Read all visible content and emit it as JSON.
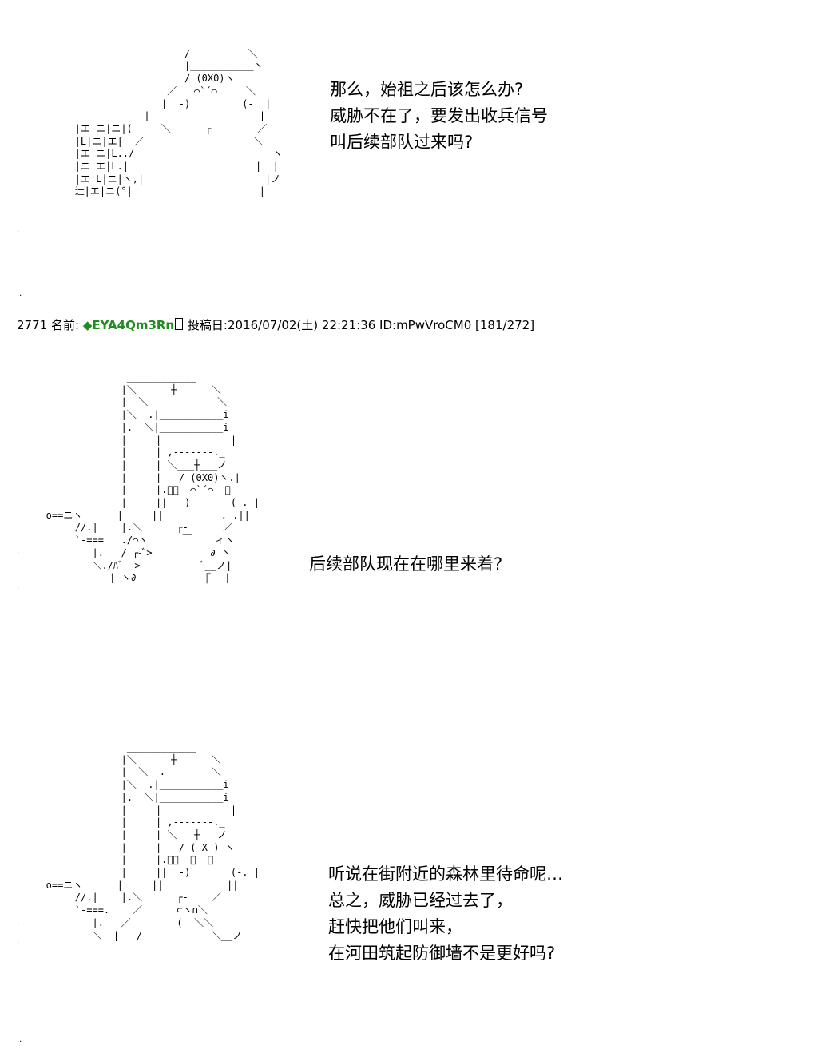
{
  "panel1": {
    "art": "                        _______\n                      /          ＼\n                      |___________ヽ\n                      / (0X0)ヽ\n                   ／   ⌒`´⌒     ＼\n                  |  -)         (-  |\n    ___________|                   |\n   |エ|ニ|ニ|(     ＼      ┌-       ／\n   |L|ニ|エ|  ／                   ＼\n   |エ|ニ|L../                        ヽ\n   |ニ|エ|L.|                      |  |\n   |エ|L|ニ|ヽ,|                     |ノ\n   辷|エ|ニ(°|                      |",
    "lines": [
      "那么，始祖之后该怎么办?",
      "威胁不在了，要发出收兵信号",
      "叫后续部队过来吗?"
    ]
  },
  "header": {
    "number": "2771",
    "name_label": "名前:",
    "trip": "◆EYA4Qm3Rn",
    "date_label": "投稿日:",
    "date": "2016/07/02(土) 22:21:36",
    "id": "ID:mPwVroCM0",
    "count": "[181/272]"
  },
  "panel2": {
    "art": "                 ____________\n                |＼      ┼      ＼\n                |  ＼            ＼\n                |＼  .|___________i\n                |.  ＼|___________i\n                |     |            |\n                |     | ,-------._\n                |     | ＼___┼___ノ\n                |     |   / (0X0)ヽ.|\n                |     |.ﾞ／  ⌒`´⌒  ＼\n                |     ||  -)       (-. |\n   o==ニヽ      |     ||          . .||\n        //.|    |.＼      ┌-      ／\n        `-===   ./⌒ヽ      ￣    ィヽ\n           |.   / ┌-ﾞ>          ∂ ヽ\n           ＼./ﾊﾞ  >           ﾞ__ノ|\n              | ヽ∂            |ﾞ  |",
    "lines": [
      "后续部队现在在哪里来着?"
    ]
  },
  "panel3": {
    "art": "                 ____________\n                |＼      ┼      ＼\n                |  ＼  .________＼\n                |＼  .|___________i\n                |.  ＼|___________i\n                |     |            |\n                |     | ,-------._\n                |     | ＼___┼___ノ\n                |     |   / (-X-) ヽ\n                |     |.ﾞ／  ￣  ＼\n                |     ||  -)       (-. |\n   o==ニヽ      |     ||           ||\n        //.|    |.＼      ┌-    ／\n        `-===.    ／      ⊂ヽ∩＼\n           |.   ／        (__＼＼\n           ＼  |   /            ＼__ノ",
    "lines": [
      "听说在街附近的森林里待命呢…",
      "总之，威胁已经过去了，",
      "赶快把他们叫来，",
      "在河田筑起防御墙不是更好吗?"
    ]
  },
  "dots": [
    ".",
    "..",
    ".",
    ".",
    ".",
    ".",
    ".",
    ".",
    ".."
  ]
}
